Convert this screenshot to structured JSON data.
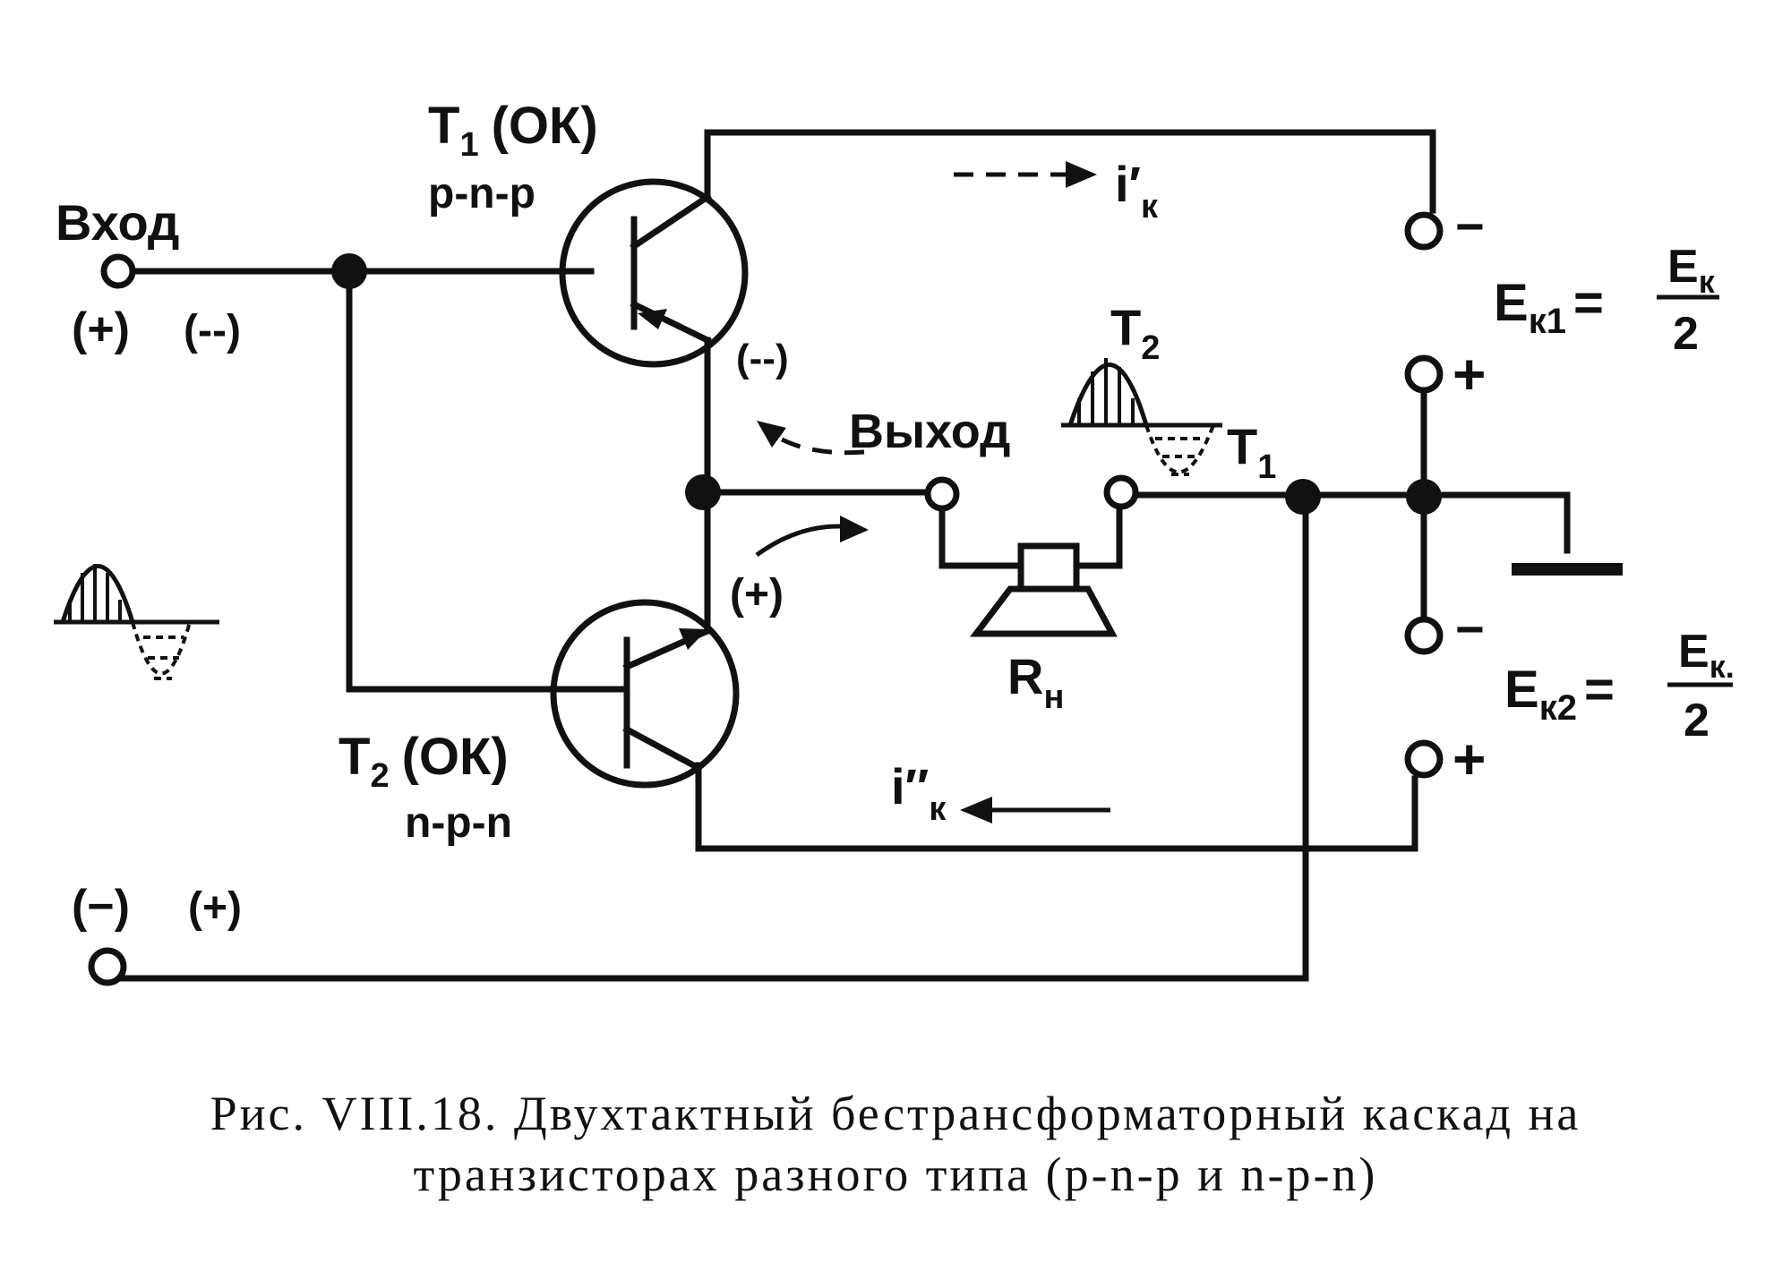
{
  "labels": {
    "input": "Вход",
    "input_polarity": "(+)",
    "input_polarity_alt": "(--)",
    "t1_name": "T",
    "t1_sub": "1",
    "t1_mode": "(ОК)",
    "t1_type": "p-n-p",
    "t2_name": "T",
    "t2_sub": "2",
    "t2_mode": "(ОК)",
    "t2_type": "n-p-n",
    "output": "Выход",
    "emitter_polarity_alt": "(--)",
    "emitter_polarity": "(+)",
    "current_top": "i′",
    "current_top_sub": "к",
    "current_bottom": "i″",
    "current_bottom_sub": "к",
    "load": "R",
    "load_sub": "н",
    "wave_t2": "T",
    "wave_t2_sub": "2",
    "wave_t1": "T",
    "wave_t1_sub": "1",
    "minus_sign": "−",
    "plus_sign": "+",
    "ek1": "E",
    "ek1_sub": "к1",
    "ek2": "E",
    "ek2_sub": "к2",
    "eq": "=",
    "frac_num": "E",
    "frac_num_sub": "к",
    "frac_num2_sub": "к.",
    "frac_den": "2",
    "bottom_polarity": "(−)",
    "bottom_polarity_alt": "(+)"
  },
  "caption": {
    "line1": "Рис. VIII.18. Двухтактный бестрансформаторный каскад на",
    "line2": "транзисторах разного типа (p-n-p и n-p-n)"
  }
}
